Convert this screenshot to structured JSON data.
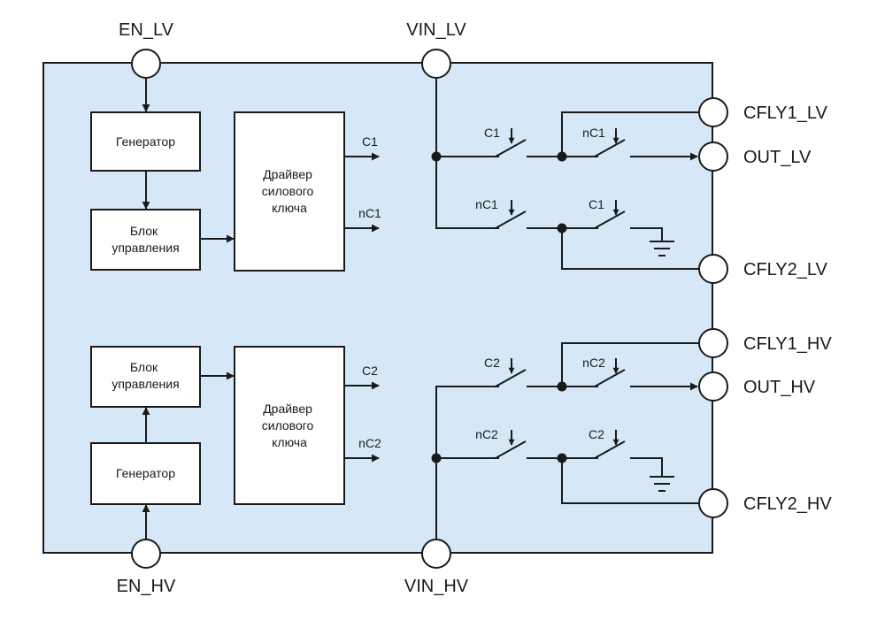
{
  "colors": {
    "chip_fill": "#d6e8f7",
    "line": "#1a1a1a"
  },
  "pins": {
    "en_lv": "EN_LV",
    "vin_lv": "VIN_LV",
    "en_hv": "EN_HV",
    "vin_hv": "VIN_HV",
    "cfly1_lv": "CFLY1_LV",
    "out_lv": "OUT_LV",
    "cfly2_lv": "CFLY2_LV",
    "cfly1_hv": "CFLY1_HV",
    "out_hv": "OUT_HV",
    "cfly2_hv": "CFLY2_HV"
  },
  "lv": {
    "generator": "Генератор",
    "control": [
      "Блок",
      "управления"
    ],
    "driver": [
      "Драйвер",
      "силового",
      "ключа"
    ],
    "sig_a": "C1",
    "sig_b": "nC1"
  },
  "hv": {
    "generator": "Генератор",
    "control": [
      "Блок",
      "управления"
    ],
    "driver": [
      "Драйвер",
      "силового",
      "ключа"
    ],
    "sig_a": "C2",
    "sig_b": "nC2"
  },
  "switches": {
    "lv_top_left": "C1",
    "lv_top_right": "nC1",
    "lv_bot_left": "nC1",
    "lv_bot_right": "C1",
    "hv_top_left": "C2",
    "hv_top_right": "nC2",
    "hv_bot_left": "nC2",
    "hv_bot_right": "C2"
  }
}
